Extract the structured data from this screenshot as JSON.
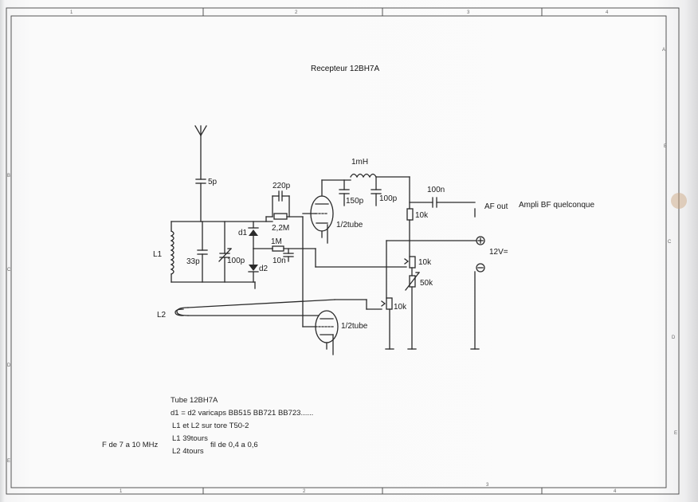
{
  "title": "Recepteur 12BH7A",
  "frame": {
    "zones_top": [
      "1",
      "2",
      "3",
      "4"
    ],
    "zones_bottom": [
      "1",
      "2",
      "3",
      "4"
    ],
    "zones_left": [
      "B",
      "C",
      "D",
      "E"
    ],
    "zones_right": [
      "A",
      "B",
      "C",
      "D",
      "E"
    ]
  },
  "labels": {
    "c_5p": "5p",
    "c_33p": "33p",
    "c_100p_var": "100p",
    "l1": "L1",
    "l2": "L2",
    "d1": "d1",
    "d2": "d2",
    "c_220p": "220p",
    "r_22m": "2,2M",
    "r_1m": "1M",
    "c_10n": "10n",
    "l_1mh": "1mH",
    "c_150p": "150p",
    "c_100p": "100p",
    "c_100n": "100n",
    "r_10k_a": "10k",
    "r_10k_b": "10k",
    "r_50k": "50k",
    "r_10k_c": "10k",
    "tube1": "1/2tube",
    "tube2": "1/2tube",
    "af_out": "AF out",
    "ampli": "Ampli BF quelconque",
    "supply": "12V="
  },
  "notes": {
    "tube": "Tube 12BH7A",
    "varicaps": "d1 = d2 varicaps BB515  BB721   BB723......",
    "tore": "L1 et L2 sur tore T50-2",
    "l1_turns": "L1 39tours",
    "l2_turns": "L2 4tours",
    "wire": "fil de 0,4 a 0,6",
    "freq": "F de 7 a 10 MHz"
  }
}
